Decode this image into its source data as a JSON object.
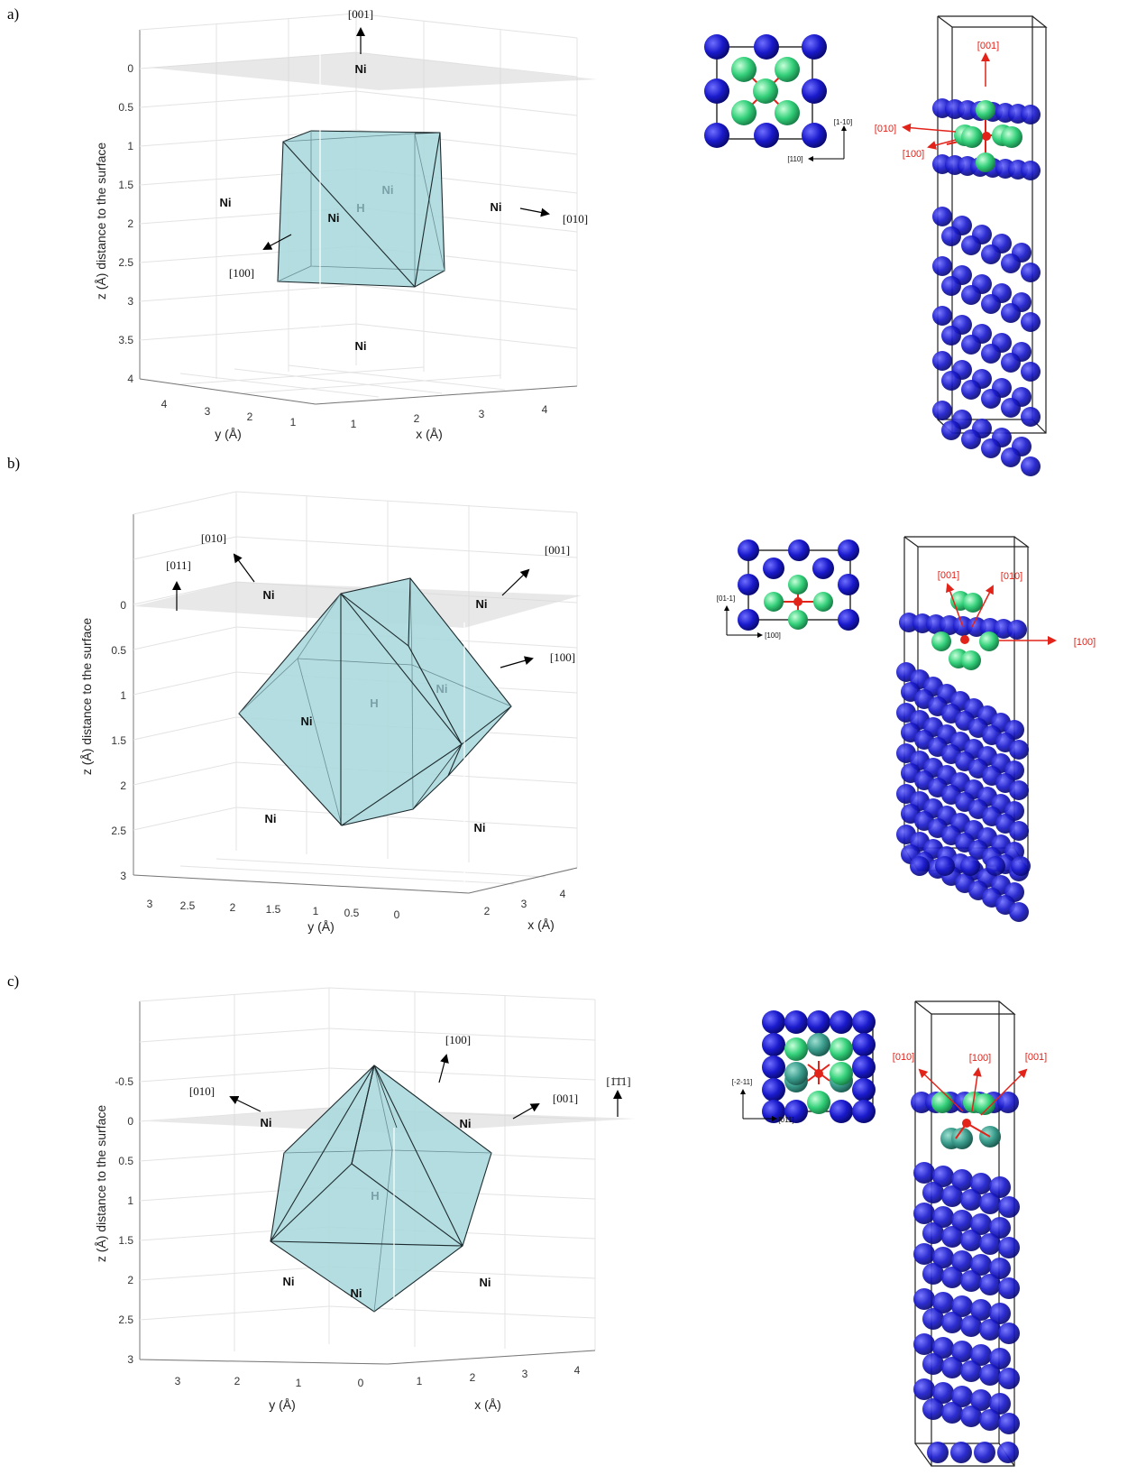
{
  "panels": [
    {
      "letter": "a)",
      "zlabel": "z (Å) distance to the surface",
      "ylabel": "y (Å)",
      "xlabel": "x (Å)",
      "z_ticks": [
        "0",
        "0.5",
        "1",
        "1.5",
        "2",
        "2.5",
        "3",
        "3.5",
        "4"
      ],
      "y_ticks": [
        "4",
        "3",
        "2",
        "1"
      ],
      "x_ticks": [
        "1",
        "2",
        "3",
        "4"
      ],
      "directions": [
        "[001]",
        "[010]",
        "[100]"
      ],
      "atoms": [
        "Ni",
        "Ni",
        "Ni",
        "Ni",
        "Ni",
        "Ni"
      ],
      "center": "H",
      "top_view_axes": [
        "[1-10]",
        "[110]"
      ],
      "slab_directions": [
        "[001]",
        "[010]",
        "[100]"
      ]
    },
    {
      "letter": "b)",
      "zlabel": "z (Å) distance to the surface",
      "ylabel": "y (Å)",
      "xlabel": "x (Å)",
      "z_ticks": [
        "0",
        "0.5",
        "1",
        "1.5",
        "2",
        "2.5",
        "3"
      ],
      "y_ticks": [
        "3",
        "2.5",
        "2",
        "1.5",
        "1",
        "0.5",
        "0"
      ],
      "x_ticks": [
        "2",
        "3",
        "4"
      ],
      "directions": [
        "[010]",
        "[011]",
        "[001]",
        "[100]"
      ],
      "atoms": [
        "Ni",
        "Ni",
        "Ni",
        "Ni",
        "Ni",
        "Ni"
      ],
      "center": "H",
      "top_view_axes": [
        "[01-1]",
        "[100]"
      ],
      "slab_directions": [
        "[001]",
        "[010]",
        "[100]"
      ]
    },
    {
      "letter": "c)",
      "zlabel": "z (Å) distance to the surface",
      "ylabel": "y (Å)",
      "xlabel": "x (Å)",
      "z_ticks": [
        "-0.5",
        "0",
        "0.5",
        "1",
        "1.5",
        "2",
        "2.5",
        "3"
      ],
      "y_ticks": [
        "3",
        "2",
        "1",
        "0"
      ],
      "x_ticks": [
        "1",
        "2",
        "3",
        "4"
      ],
      "directions": [
        "[100]",
        "[010]",
        "[001]",
        "[1̄1̄1]"
      ],
      "atoms": [
        "Ni",
        "Ni",
        "Ni",
        "Ni",
        "Ni"
      ],
      "center": "H",
      "top_view_axes": [
        "[-2-11]",
        "[011]"
      ],
      "slab_directions": [
        "[010]",
        "[100]",
        "[001]"
      ]
    }
  ],
  "colors": {
    "polyhedron": "#a8d8dc",
    "ni_bulk": "#1a1acc",
    "ni_neighbor": "#33d07a",
    "ni_neighbor_sub": "#3a9c8c",
    "hydrogen": "#e2231a",
    "arrow_red": "#e2231a"
  }
}
